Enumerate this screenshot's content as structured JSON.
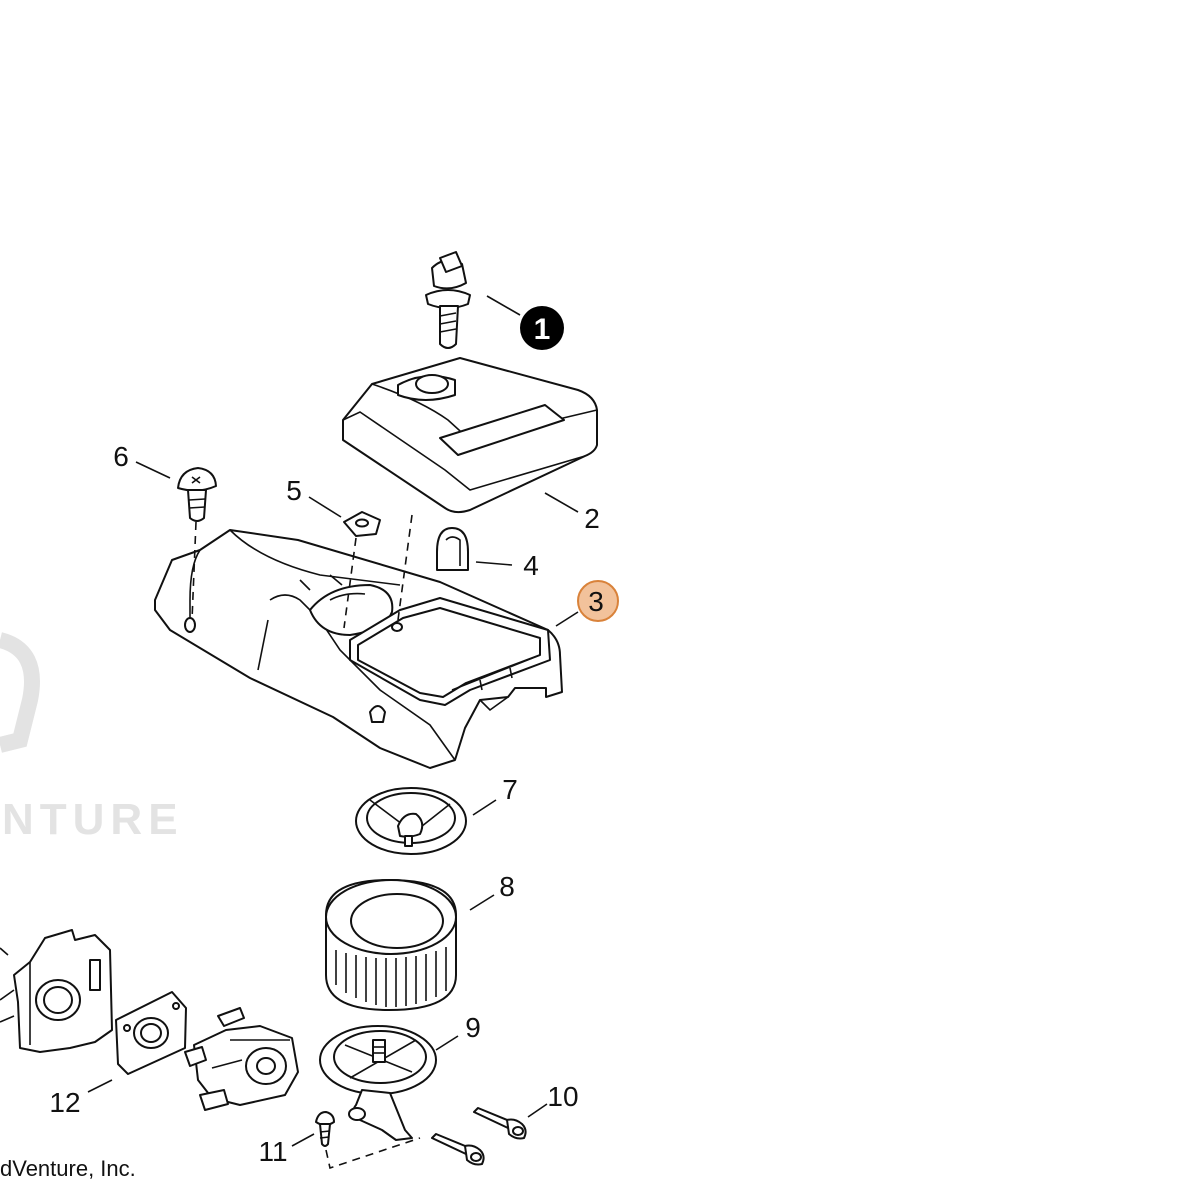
{
  "watermark": {
    "text": "NTURE"
  },
  "copyright": "dVenture, Inc.",
  "callouts": [
    {
      "id": "1",
      "label": "1",
      "style": "filled-black"
    },
    {
      "id": "2",
      "label": "2",
      "style": "plain"
    },
    {
      "id": "3",
      "label": "3",
      "style": "highlighted",
      "highlight_color": "#f2c29b",
      "highlight_border": "#d9823a"
    },
    {
      "id": "4",
      "label": "4",
      "style": "plain"
    },
    {
      "id": "5",
      "label": "5",
      "style": "plain"
    },
    {
      "id": "6",
      "label": "6",
      "style": "plain"
    },
    {
      "id": "7",
      "label": "7",
      "style": "plain"
    },
    {
      "id": "8",
      "label": "8",
      "style": "plain"
    },
    {
      "id": "9",
      "label": "9",
      "style": "plain"
    },
    {
      "id": "10",
      "label": "10",
      "style": "plain"
    },
    {
      "id": "11",
      "label": "11",
      "style": "plain"
    },
    {
      "id": "12",
      "label": "12",
      "style": "plain"
    }
  ]
}
